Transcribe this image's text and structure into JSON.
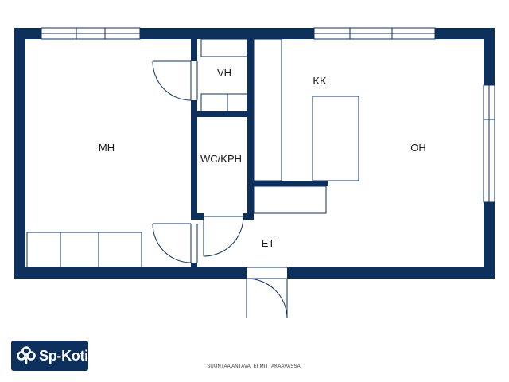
{
  "floorplan": {
    "rooms": {
      "mh": "MH",
      "vh": "VH",
      "kk": "KK",
      "wc": "WC/KPH",
      "oh": "OH",
      "et": "ET"
    },
    "disclaimer": "SUUNTAA ANTAVA, EI MITTAKAAVASSA.",
    "colors": {
      "wall": "#0d2f5c",
      "line": "#0d2f5c",
      "background": "#ffffff"
    }
  },
  "brand": {
    "logo_text": "Sp-Koti",
    "logo_icon": "sp-tree-icon",
    "color": "#0d2f5c"
  }
}
